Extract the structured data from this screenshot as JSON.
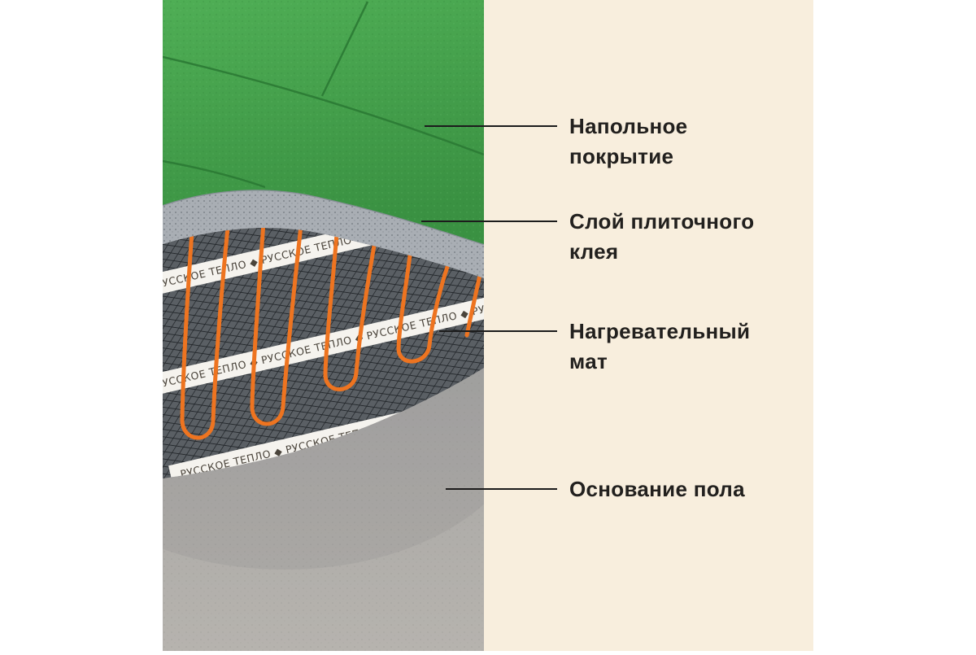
{
  "page": {
    "background_color": "#ffffff"
  },
  "panel": {
    "background_color": "#f8eedd"
  },
  "callouts": {
    "floor_covering": {
      "line1": "Напольное",
      "line2": "покрытие"
    },
    "tile_adhesive": {
      "line1": "Слой плиточного",
      "line2": "клея"
    },
    "heating_mat": {
      "line1": "Нагревательный",
      "line2": "мат"
    },
    "floor_base": {
      "line1": "Основание пола"
    }
  },
  "leader": {
    "color": "#1c1c1c"
  },
  "illustration": {
    "tape_text": "РУССКОЕ ТЕПЛО",
    "tape_text_repeated": "РУССКОЕ ТЕПЛО ◆ РУССКОЕ ТЕПЛО ◆ РУССКОЕ ТЕПЛО ◆ РУССКОЕ ТЕПЛО",
    "colors": {
      "tile_green": "#44a14b",
      "tile_seam": "#2b7a34",
      "adhesive_gray": "#a9aeb4",
      "mat_base": "#5a5f64",
      "mesh_dark": "#23272b",
      "cable_orange": "#ee7420",
      "tape_white": "#f5f3ee",
      "concrete_gray": "#a5a4a2"
    }
  }
}
